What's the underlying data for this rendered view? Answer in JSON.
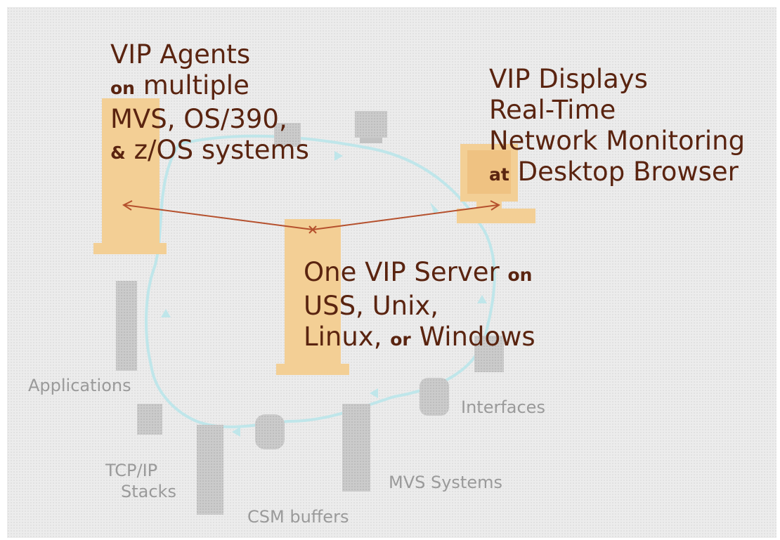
{
  "agents": {
    "line1": "VIP Agents",
    "line2_small": "on",
    "line2_rest": "multiple",
    "line3": "MVS, OS/390,",
    "line4_small": "&",
    "line4_rest": "z/OS systems"
  },
  "displays": {
    "line1": "VIP Displays",
    "line2": "Real-Time",
    "line3": "Network Monitoring",
    "line4_small": "at",
    "line4_rest": "Desktop Browser"
  },
  "server": {
    "line1_main": "One VIP Server",
    "line1_small": "on",
    "line2": "USS, Unix,",
    "line3_main": "Linux,",
    "line3_small": "or",
    "line3_rest": "Windows"
  },
  "components": {
    "applications": "Applications",
    "tcpip_line1": "TCP/IP",
    "tcpip_line2": "Stacks",
    "csm_buffers": "CSM buffers",
    "mvs_systems": "MVS Systems",
    "interfaces": "Interfaces"
  },
  "colors": {
    "background": "#ececec",
    "tower": "#f3cf95",
    "gray_device": "#c8c8c8",
    "ring": "#bfe6ea",
    "arrow": "#b5502d",
    "title_text": "#5a2410",
    "label_text": "#9a9a9a"
  }
}
